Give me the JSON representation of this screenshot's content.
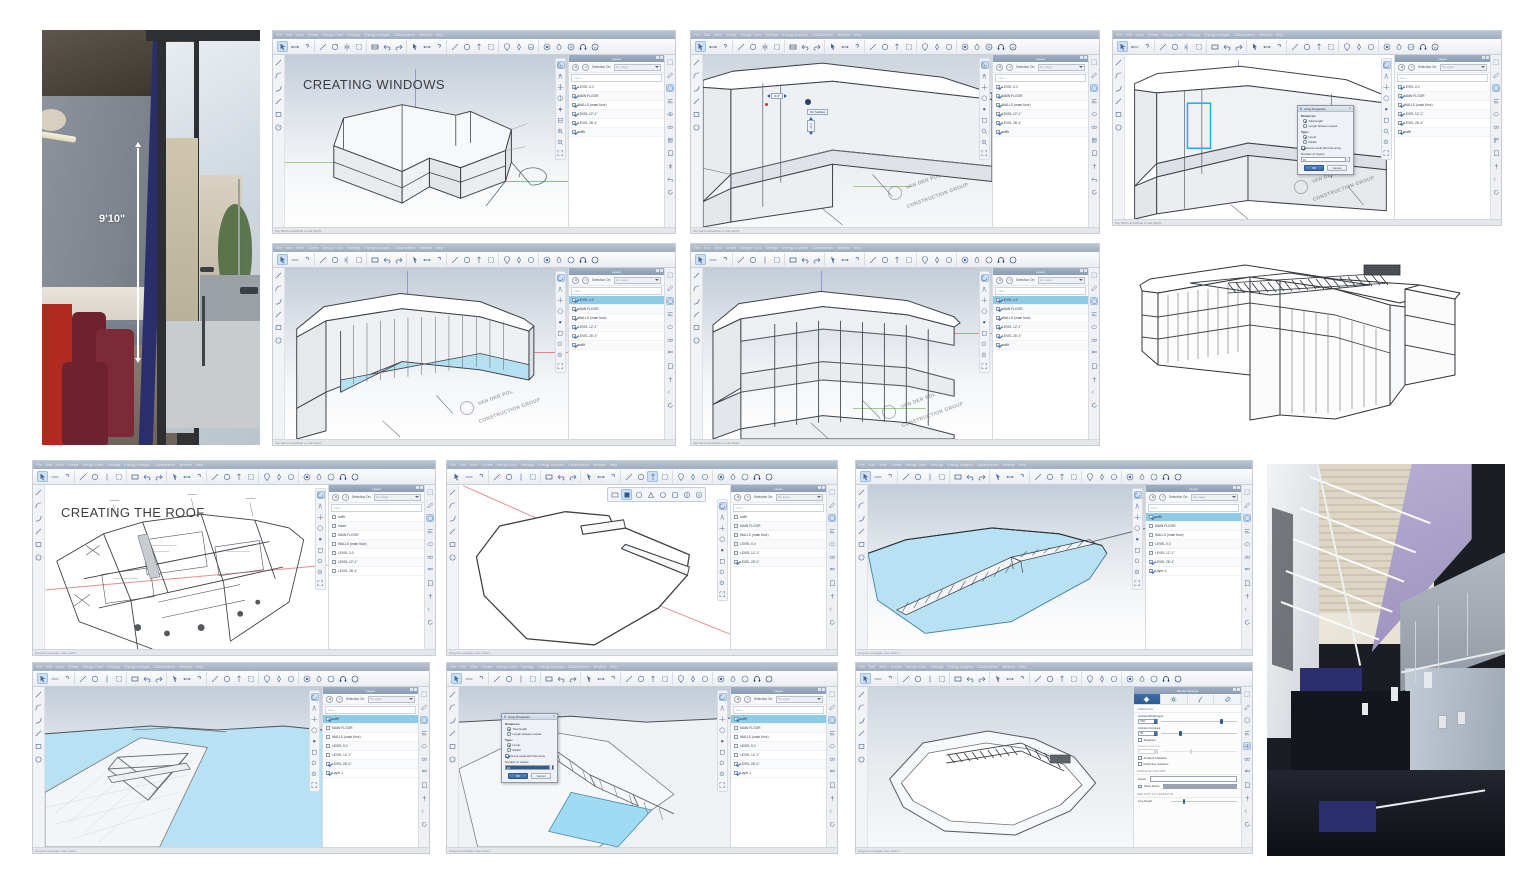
{
  "board": {
    "section_titles": {
      "windows": "CREATING WINDOWS",
      "roof": "CREATING THE ROOF"
    }
  },
  "photos": {
    "office": {
      "name": "office-interior-photo",
      "dimension_label": "9'10\""
    },
    "atrium": {
      "name": "atrium-skylight-photo"
    }
  },
  "cad": {
    "menus": [
      "File",
      "Edit",
      "View",
      "Create",
      "Design Tools",
      "Settings",
      "Energy Analysis",
      "Collaboration",
      "Window",
      "Help"
    ],
    "palette": {
      "title": "Layers",
      "selection_label": "Selection On:",
      "selection_value": "No Layer",
      "filter_placeholder": "Filter..."
    },
    "status_windows": "Tap Tab to show/hide or edit height",
    "status_roof": "Drag the rectangle, then click it",
    "layer_sets": {
      "windows_a": [
        {
          "name": "LEVEL 0.0",
          "checked": true,
          "selected": false
        },
        {
          "name": "MAIN FLOOR",
          "checked": true,
          "selected": false
        },
        {
          "name": "WALLS (main floor)",
          "checked": true,
          "selected": false
        },
        {
          "name": "LEVEL 12'-1\"",
          "checked": true,
          "selected": false
        },
        {
          "name": "LEVEL 28'-4\"",
          "checked": true,
          "selected": false
        },
        {
          "name": "soffit",
          "checked": true,
          "selected": false
        }
      ],
      "windows_b": [
        {
          "name": "LEVEL 0.0",
          "checked": true,
          "selected": true
        },
        {
          "name": "MAIN FLOOR",
          "checked": true,
          "selected": false
        },
        {
          "name": "WALLS (main floor)",
          "checked": true,
          "selected": false
        },
        {
          "name": "LEVEL 12'-1\"",
          "checked": true,
          "selected": false
        },
        {
          "name": "LEVEL 28'-4\"",
          "checked": true,
          "selected": false
        },
        {
          "name": "soffit",
          "checked": true,
          "selected": false
        }
      ],
      "roof_a": [
        {
          "name": "soffit",
          "checked": false,
          "selected": false
        },
        {
          "name": "Insert",
          "checked": false,
          "selected": false
        },
        {
          "name": "MAIN FLOOR",
          "checked": false,
          "selected": false
        },
        {
          "name": "WALLS (main floor)",
          "checked": false,
          "selected": false
        },
        {
          "name": "LEVEL 0.0",
          "checked": false,
          "selected": false
        },
        {
          "name": "LEVEL 12'-1\"",
          "checked": false,
          "selected": false
        },
        {
          "name": "LEVEL 28'-4\"",
          "checked": false,
          "selected": false
        }
      ],
      "roof_b": [
        {
          "name": "soffit",
          "checked": false,
          "selected": false
        },
        {
          "name": "MAIN FLOOR",
          "checked": false,
          "selected": false
        },
        {
          "name": "WALLS (main floor)",
          "checked": false,
          "selected": false
        },
        {
          "name": "LEVEL 0.0",
          "checked": false,
          "selected": false
        },
        {
          "name": "LEVEL 12'-1\"",
          "checked": false,
          "selected": false
        },
        {
          "name": "LEVEL 28'-4\"",
          "checked": true,
          "selected": false
        }
      ],
      "roof_c": [
        {
          "name": "soffit",
          "checked": true,
          "selected": true
        },
        {
          "name": "MAIN FLOOR",
          "checked": false,
          "selected": false
        },
        {
          "name": "WALLS (main floor)",
          "checked": false,
          "selected": false
        },
        {
          "name": "LEVEL 0.0",
          "checked": false,
          "selected": false
        },
        {
          "name": "LEVEL 12'-1\"",
          "checked": false,
          "selected": false
        },
        {
          "name": "LEVEL 28'-4\"",
          "checked": true,
          "selected": false
        },
        {
          "name": "Layer-1",
          "checked": true,
          "selected": false
        }
      ],
      "roof_d": [
        {
          "name": "soffit",
          "checked": true,
          "selected": true
        },
        {
          "name": "MAIN FLOOR",
          "checked": false,
          "selected": false
        },
        {
          "name": "WALLS (main floor)",
          "checked": false,
          "selected": false
        },
        {
          "name": "LEVEL 0.0",
          "checked": false,
          "selected": false
        },
        {
          "name": "LEVEL 12'-1\"",
          "checked": false,
          "selected": false
        },
        {
          "name": "LEVEL 28'-4\"",
          "checked": true,
          "selected": false
        },
        {
          "name": "Layer-1",
          "checked": true,
          "selected": false
        }
      ],
      "roof_e": [
        {
          "name": "soffit",
          "checked": true,
          "selected": true
        },
        {
          "name": "MAIN FLOOR",
          "checked": false,
          "selected": false
        },
        {
          "name": "WALLS (main floor)",
          "checked": false,
          "selected": false
        },
        {
          "name": "LEVEL 0.0",
          "checked": false,
          "selected": false
        },
        {
          "name": "LEVEL 12'-1\"",
          "checked": false,
          "selected": false
        },
        {
          "name": "LEVEL 28'-4\"",
          "checked": true,
          "selected": false
        },
        {
          "name": "Layer-1",
          "checked": true,
          "selected": false
        }
      ]
    },
    "array_dialog": {
      "title": "Array Properties",
      "distance_label": "Distances:",
      "distance_options": [
        "Total length",
        "Length between copies"
      ],
      "distance_selected": "Total length",
      "type_label": "Type:",
      "type_options": [
        "Linear",
        "Radial"
      ],
      "type_selected": "Linear",
      "group_label": "Group result with their array",
      "group_checked": true,
      "copies_label": "Number of copies",
      "copies_value": "15",
      "ok_label": "OK",
      "cancel_label": "Cancel"
    },
    "render_settings": {
      "title": "Render Settings",
      "sections": {
        "ambient": "AMBIENCE",
        "colors": "SURFACE COLORS",
        "section_cut": "SECTION CUT EFFECTS"
      },
      "ambient_brightness_label": "Ambient Brightness",
      "ambient_brightness_value": "70%",
      "ambient_contrast_label": "Ambient Contrast",
      "ambient_contrast_value": "25",
      "shadows_label": "Shadows",
      "shadow_intensity_label": "Shadow Intensity",
      "ambient_shadows_label": "Ambient Shadows",
      "reflective_label": "Reflective Surfaces",
      "faces_label": "Faces",
      "back_faces_label": "Back Faces",
      "line_depth_label": "Line Depth"
    },
    "dim_callouts": {
      "width": "4'-0\"",
      "height": "7'-0\"",
      "tooltip": "On Surface"
    }
  },
  "watermark": {
    "line1": "VAN DER POL",
    "line2": "CONSTRUCTION GROUP"
  }
}
